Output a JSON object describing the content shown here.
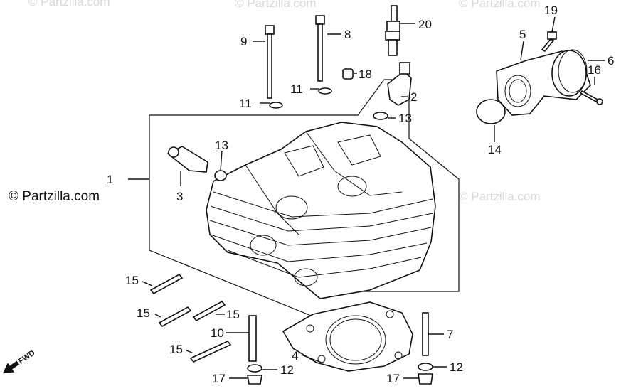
{
  "watermark": "© Partzilla.com",
  "copyright": "© Partzilla.com",
  "fwd_label": "FWD",
  "callouts": [
    "1",
    "2",
    "3",
    "4",
    "5",
    "6",
    "7",
    "8",
    "9",
    "10",
    "11",
    "12",
    "13",
    "14",
    "15",
    "16",
    "17",
    "18",
    "19",
    "20"
  ],
  "colors": {
    "ink": "#111111",
    "watermark": "#d8d8d8",
    "background": "#ffffff"
  }
}
